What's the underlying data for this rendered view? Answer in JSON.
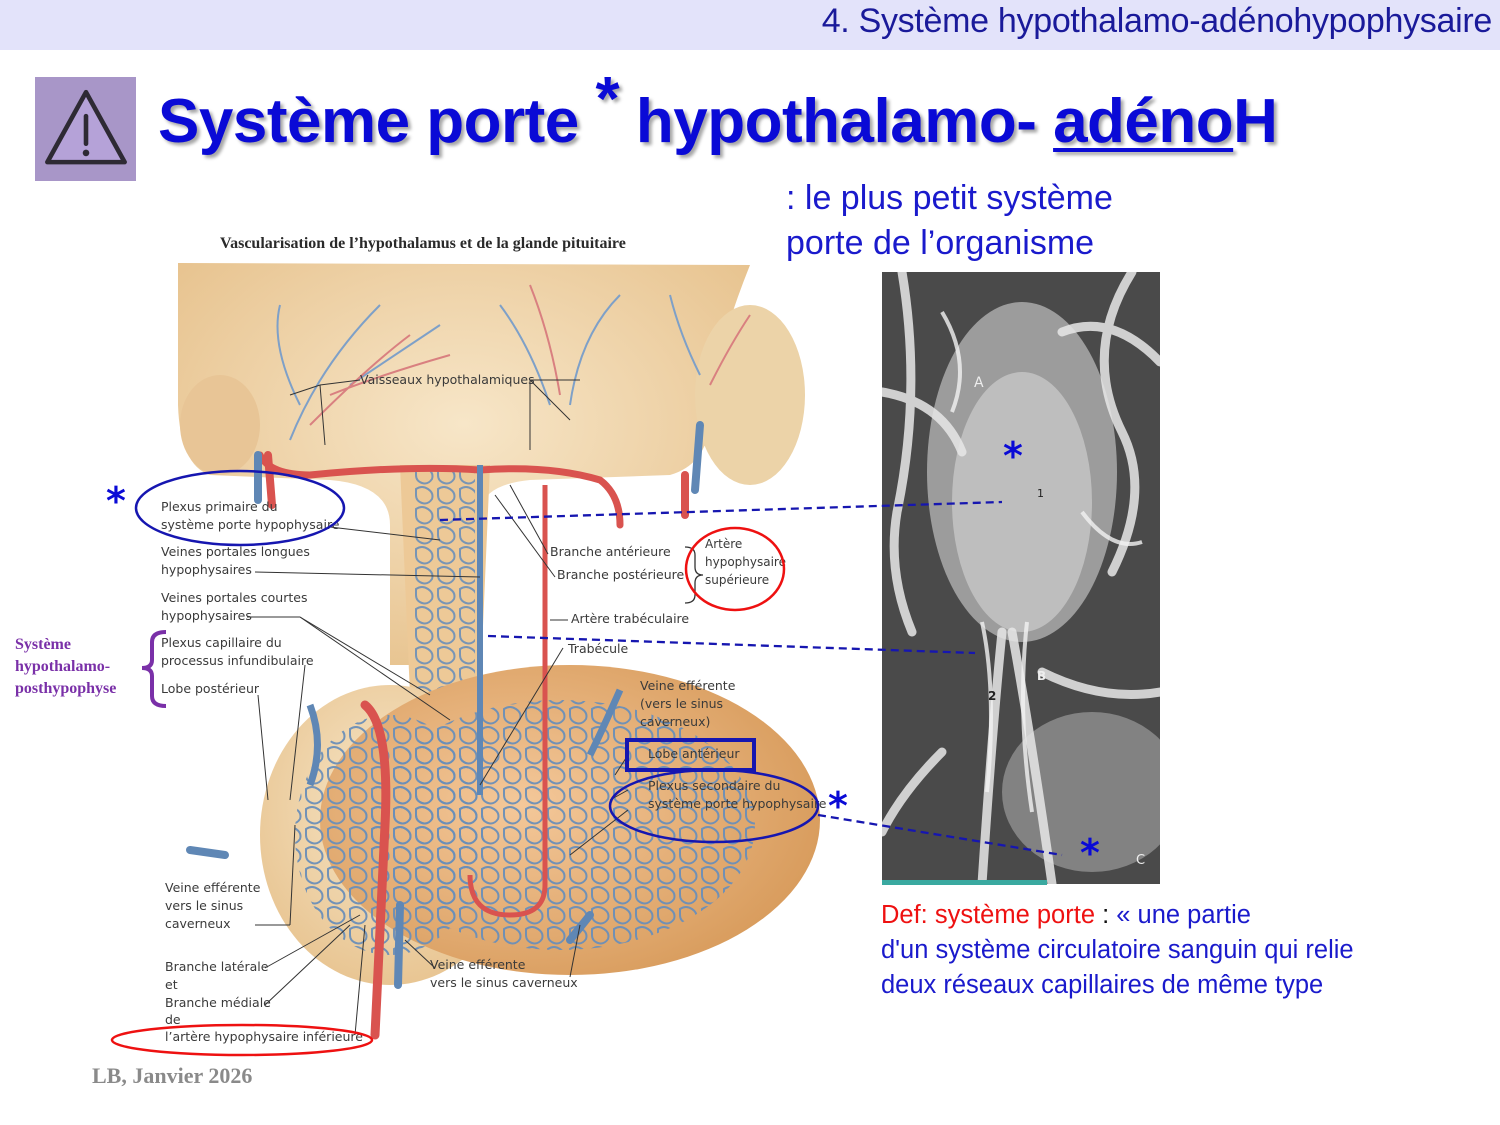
{
  "header": {
    "section_title": "4. Système hypothalamo-adénohypophysaire",
    "band_color": "#e3e3fa"
  },
  "title": {
    "icon": "warning-triangle-icon",
    "icon_bg": "#a896c8",
    "part1": "Système porte",
    "star": "*",
    "part2": "hypothalamo-",
    "part3_underlined": "adéno",
    "part4": "H",
    "color": "#0a0ad6"
  },
  "subtitle": {
    "line1": ": le plus petit système",
    "line2": "porte de l’organisme"
  },
  "figure": {
    "title": "Vascularisation de l’hypothalamus et de la glande pituitaire",
    "labels": {
      "vaisseaux": "Vaisseaux hypothalamiques",
      "plexus_primaire_1": "Plexus primaire du",
      "plexus_primaire_2": "système porte hypophysaire",
      "veines_longues_1": "Veines portales longues",
      "veines_longues_2": "hypophysaires",
      "veines_courtes_1": "Veines portales courtes",
      "veines_courtes_2": "hypophysaires",
      "plexus_capillaire_1": "Plexus capillaire du",
      "plexus_capillaire_2": "processus infundibulaire",
      "lobe_posterieur": "Lobe postérieur",
      "branche_anterieure": "Branche antérieure",
      "branche_posterieure": "Branche postérieure",
      "artere_sup_1": "Artère",
      "artere_sup_2": "hypophysaire",
      "artere_sup_3": "supérieure",
      "artere_trabeculaire": "Artère trabéculaire",
      "trabecule": "Trabécule",
      "veine_eff_1": "Veine efférente",
      "veine_eff_2": "(vers le sinus",
      "veine_eff_3": "caverneux)",
      "lobe_anterieur": "Lobe antérieur",
      "plexus_secondaire_1": "Plexus secondaire du",
      "plexus_secondaire_2": "système porte hypophysaire",
      "veine_eff_left_1": "Veine efférente",
      "veine_eff_left_2": "vers le sinus",
      "veine_eff_left_3": "caverneux",
      "branche_laterale": "Branche latérale",
      "et": "et",
      "branche_mediale": "Branche médiale",
      "de": "de",
      "artere_inf": "l’artère hypophysaire inférieure",
      "veine_eff_bottom_1": "Veine efférente",
      "veine_eff_bottom_2": "vers le sinus caverneux"
    }
  },
  "annotations": {
    "purple_label": [
      "Système",
      "hypothalamo-",
      "posthypophyse"
    ],
    "star": "*",
    "micrograph_labels": [
      "A",
      "1",
      "2",
      "B",
      "C"
    ]
  },
  "definition": {
    "term": "Def: système porte",
    "colon": " : ",
    "line1_rest": "« une partie",
    "line2": "d'un système circulatoire sanguin qui relie",
    "line3": "deux réseaux capillaires de même type"
  },
  "footer": {
    "author_date": "LB, Janvier 2026"
  },
  "colors": {
    "title_blue": "#0a0ad6",
    "text_blue": "#1a1acc",
    "accent_red": "#ee1111",
    "purple": "#7a30a8"
  }
}
